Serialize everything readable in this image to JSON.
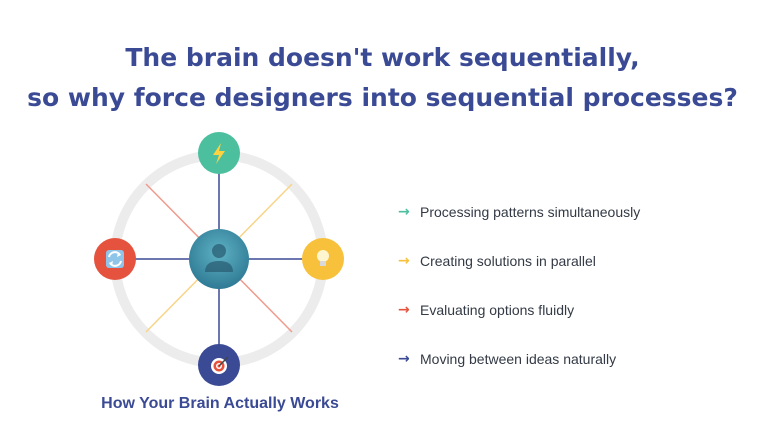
{
  "headline": {
    "line1": "The brain doesn't work sequentially,",
    "line2": "so why force designers into sequential processes?"
  },
  "diagram": {
    "caption": "How Your Brain Actually Works",
    "center": {
      "icon": "user-icon",
      "color": "#3a8fa3"
    },
    "nodes": [
      {
        "position": "top",
        "icon": "lightning-icon",
        "glyph": "⚡",
        "color": "#4bbf9e"
      },
      {
        "position": "right",
        "icon": "lightbulb-icon",
        "glyph": "💡",
        "color": "#f8c13c"
      },
      {
        "position": "bottom",
        "icon": "target-icon",
        "glyph": "🎯",
        "color": "#3a4a94"
      },
      {
        "position": "left",
        "icon": "refresh-icon",
        "glyph": "🔄",
        "color": "#e5533f"
      }
    ],
    "ring_color": "#ececec",
    "diagonal_colors": {
      "red": "#f09a8c",
      "yellow": "#f8d486"
    }
  },
  "points": [
    {
      "arrow": "→",
      "arrow_color": "#4bbf9e",
      "text": "Processing patterns simultaneously"
    },
    {
      "arrow": "→",
      "arrow_color": "#f8c13c",
      "text": "Creating solutions in parallel"
    },
    {
      "arrow": "→",
      "arrow_color": "#e5533f",
      "text": "Evaluating options fluidly"
    },
    {
      "arrow": "→",
      "arrow_color": "#3a4a94",
      "text": "Moving between ideas naturally"
    }
  ]
}
